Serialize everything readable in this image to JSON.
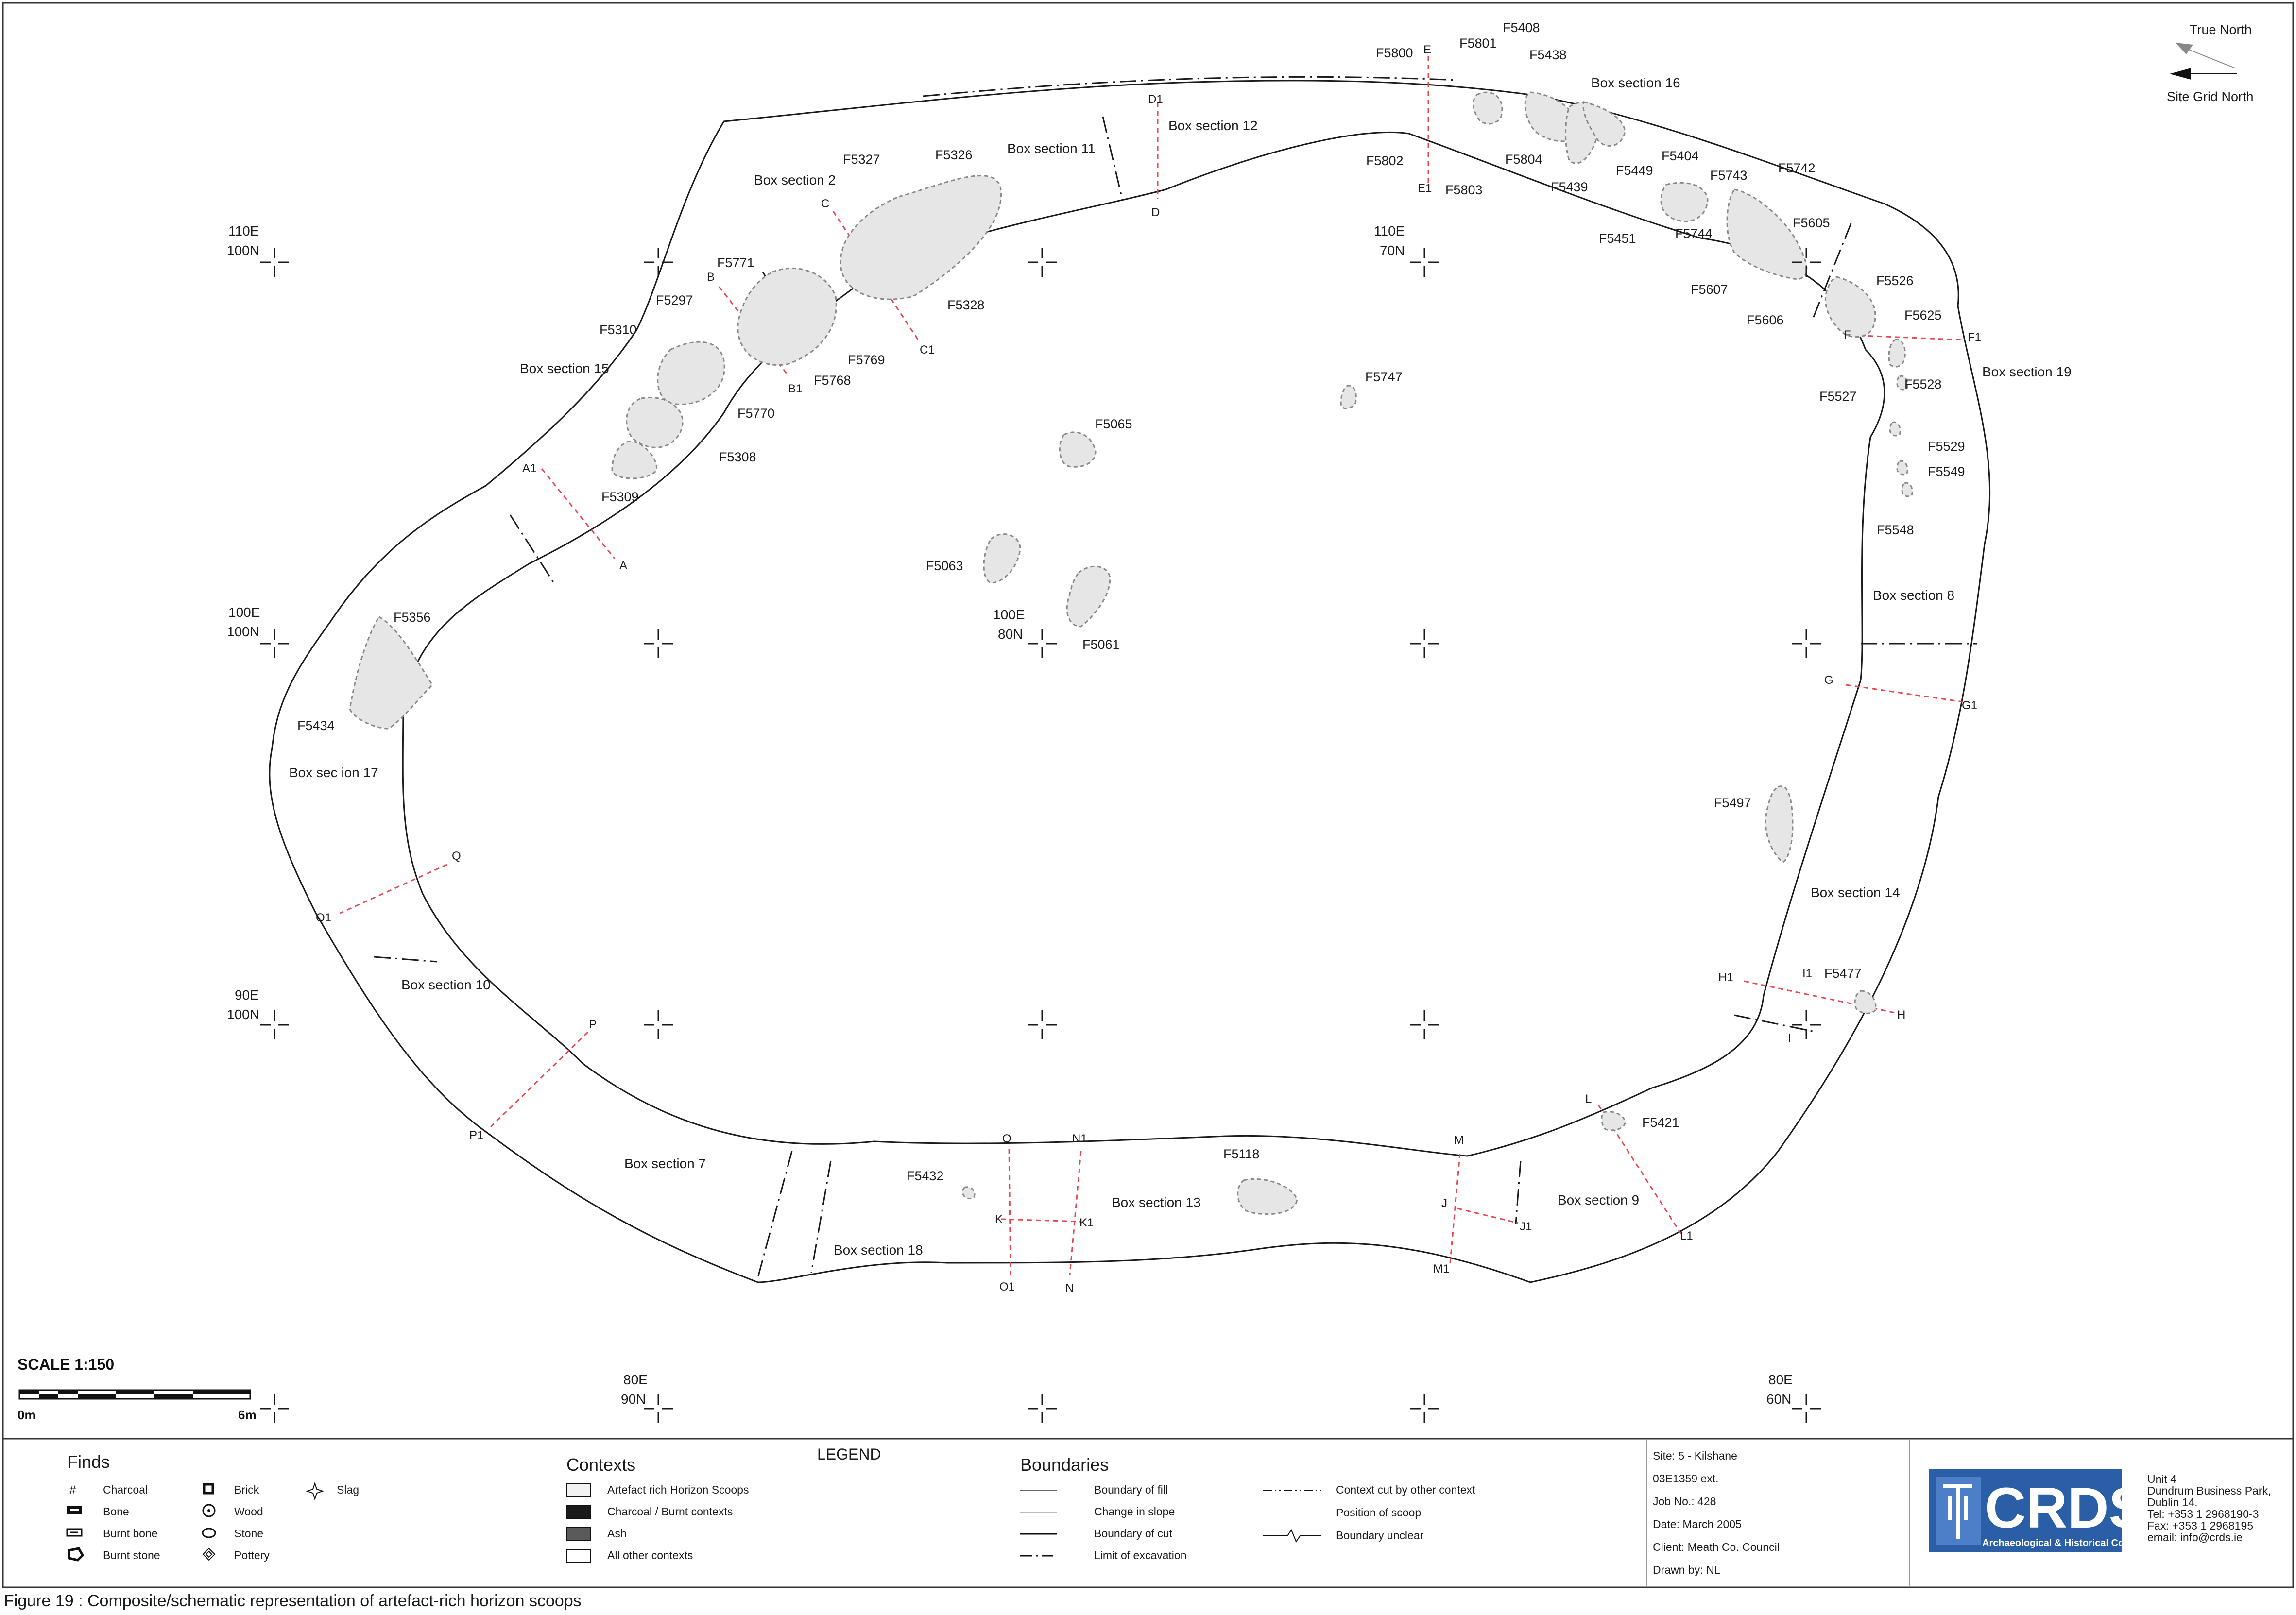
{
  "caption": "Figure 19 : Composite/schematic representation of artefact-rich horizon scoops",
  "north": {
    "true_north": "True North",
    "site_grid_north": "Site Grid North"
  },
  "scale": {
    "title": "SCALE 1:150",
    "start": "0m",
    "end": "6m"
  },
  "grid_labels": [
    {
      "e": "110E",
      "n": "100N"
    },
    {
      "e": "110E",
      "n": "70N"
    },
    {
      "e": "100E",
      "n": "100N"
    },
    {
      "e": "100E",
      "n": "80N"
    },
    {
      "e": "90E",
      "n": "100N"
    },
    {
      "e": "80E",
      "n": "90N"
    },
    {
      "e": "80E",
      "n": "60N"
    }
  ],
  "box_sections": [
    "Box section 2",
    "Box section 11",
    "Box section 12",
    "Box section 16",
    "Box section 15",
    "Box section 19",
    "Box section 8",
    "Box sec ion 17",
    "Box section 10",
    "Box section 14",
    "Box section 7",
    "Box section 13",
    "Box section 18",
    "Box section 9"
  ],
  "features": [
    "F5800",
    "F5801",
    "F5408",
    "F5438",
    "F5802",
    "E1",
    "F5803",
    "F5804",
    "F5439",
    "F5449",
    "F5451",
    "F5404",
    "F5743",
    "F5742",
    "F5605",
    "F5744",
    "F5607",
    "F5606",
    "F5526",
    "F5625",
    "F5527",
    "F5528",
    "F5529",
    "F5549",
    "F5548",
    "F5327",
    "F5326",
    "F5328",
    "F5771",
    "F5297",
    "F5310",
    "F5769",
    "F5768",
    "F5770",
    "F5308",
    "F5309",
    "F5747",
    "F5065",
    "F5063",
    "F5061",
    "F5356",
    "F5434",
    "F5497",
    "F5477",
    "F5421",
    "F5432",
    "F5118"
  ],
  "section_points": [
    "E",
    "D1",
    "D",
    "C",
    "C1",
    "B",
    "B1",
    "A1",
    "A",
    "F",
    "F1",
    "G",
    "G1",
    "Q",
    "Q1",
    "P",
    "P1",
    "H1",
    "I1",
    "H",
    "I",
    "L",
    "L1",
    "O",
    "N1",
    "K",
    "K1",
    "O1",
    "N",
    "M",
    "J",
    "J1",
    "M1"
  ],
  "legend": {
    "title": "LEGEND",
    "finds": {
      "heading": "Finds",
      "items": [
        {
          "icon": "charcoal-icon",
          "label": "Charcoal"
        },
        {
          "icon": "brick-icon",
          "label": "Brick"
        },
        {
          "icon": "slag-icon",
          "label": "Slag"
        },
        {
          "icon": "bone-icon",
          "label": "Bone"
        },
        {
          "icon": "wood-icon",
          "label": "Wood"
        },
        {
          "icon": "burnt-bone-icon",
          "label": "Burnt bone"
        },
        {
          "icon": "stone-icon",
          "label": "Stone"
        },
        {
          "icon": "burnt-stone-icon",
          "label": "Burnt stone"
        },
        {
          "icon": "pottery-icon",
          "label": "Pottery"
        }
      ]
    },
    "contexts": {
      "heading": "Contexts",
      "items": [
        {
          "swatch": "#f2f2f2",
          "label": "Artefact rich Horizon Scoops"
        },
        {
          "swatch": "#1a1a1a",
          "label": "Charcoal / Burnt contexts"
        },
        {
          "swatch": "#5a5a5a",
          "label": "Ash"
        },
        {
          "swatch": "#ffffff",
          "label": "All other contexts"
        }
      ]
    },
    "boundaries": {
      "heading": "Boundaries",
      "items": [
        {
          "style": "fill",
          "label": "Boundary of fill"
        },
        {
          "style": "slope",
          "label": "Change in slope"
        },
        {
          "style": "cut",
          "label": "Boundary of cut"
        },
        {
          "style": "limit",
          "label": "Limit of excavation"
        },
        {
          "style": "context-cut",
          "label": "Context cut by other context"
        },
        {
          "style": "scoop",
          "label": "Position of scoop"
        },
        {
          "style": "unclear",
          "label": "Boundary unclear"
        }
      ]
    }
  },
  "site_info": {
    "site": "Site: 5 - Kilshane",
    "licence": "03E1359 ext.",
    "job": "Job No.: 428",
    "date": "Date: March 2005",
    "client": "Client: Meath Co. Council",
    "drawn": "Drawn by: NL"
  },
  "company": {
    "logo_text": "CRDS",
    "tagline": "Archaeological & Historical Consultants",
    "brand_color": "#2a5fa8",
    "address": [
      "Unit 4",
      "Dundrum Business Park,",
      "Dublin 14.",
      "Tel: +353 1 2968190-3",
      "Fax: +353 1 2968195",
      "email: info@crds.ie"
    ]
  }
}
